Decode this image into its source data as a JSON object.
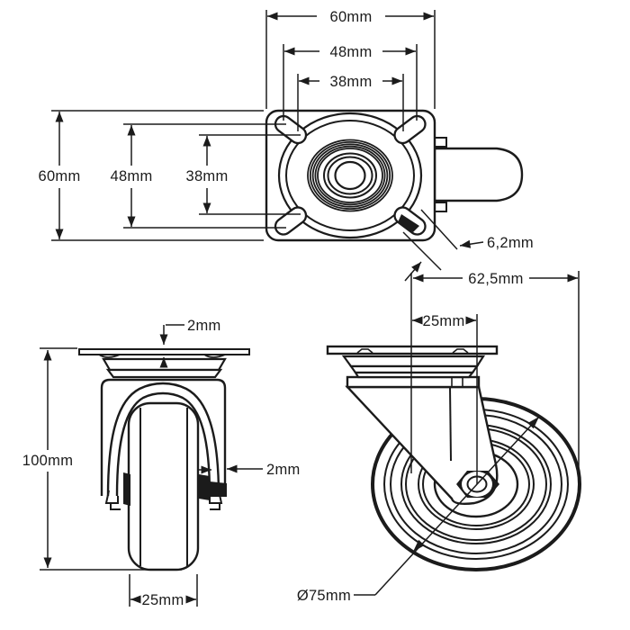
{
  "drawing": {
    "type": "caster-wheel-technical-drawing",
    "line_color": "#1b1b1b",
    "background": "#ffffff",
    "labels": {
      "top": {
        "width": "60mm",
        "spacing_outer_h": "48mm",
        "spacing_inner_h": "38mm",
        "height": "60mm",
        "spacing_outer_v": "48mm",
        "spacing_inner_v": "38mm",
        "slot_width": "6,2mm"
      },
      "front": {
        "plate_thickness": "2mm",
        "fork_thickness": "2mm",
        "overall_height": "100mm",
        "wheel_width": "25mm"
      },
      "side": {
        "swivel_radius": "62,5mm",
        "offset": "25mm",
        "wheel_diameter": "Ø75mm"
      }
    }
  }
}
